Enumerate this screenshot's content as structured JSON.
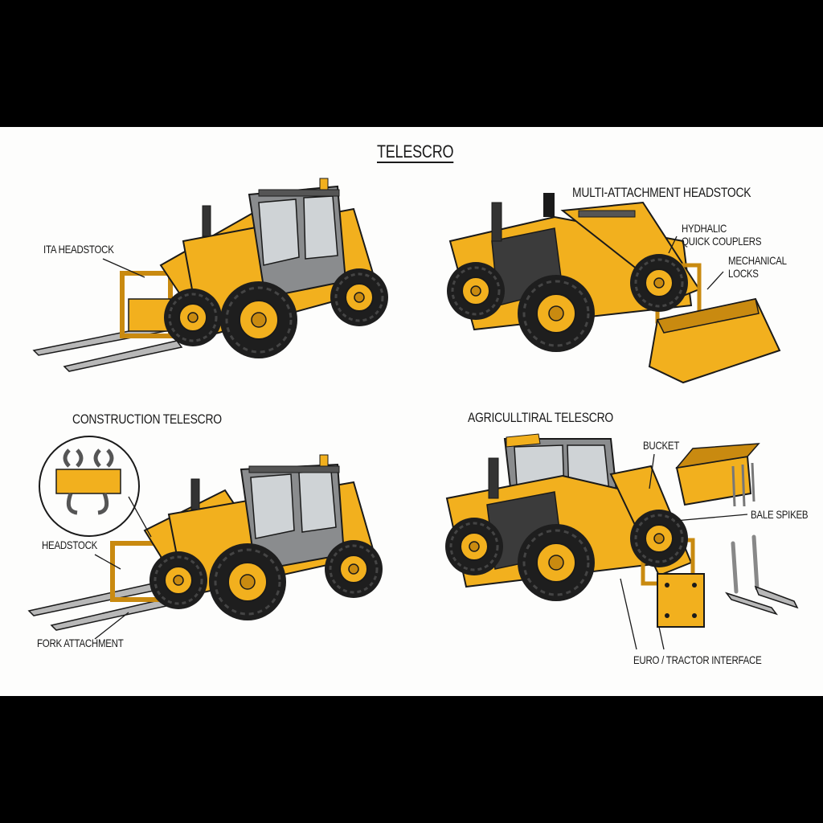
{
  "title": "TELESCRO",
  "panels": {
    "top_left": {
      "callouts": [
        "ITA HEADSTOCK"
      ]
    },
    "top_right": {
      "heading": "MULTI-ATTACHMENT HEADSTOCK",
      "callouts": [
        "HYDHALIC",
        "QUICK COUPLERS",
        "MECHANICAL",
        "LOCKS"
      ]
    },
    "bottom_left": {
      "heading": "CONSTRUCTION TELESCRO",
      "callouts": [
        "HEADSTOCK",
        "FORK ATTACHMENT"
      ]
    },
    "bottom_right": {
      "heading": "AGRICULLTIRAL TELESCRO",
      "callouts": [
        "BUCKET",
        "BALE SPIKEB",
        "EURO / TRACTOR INTERFACE"
      ]
    }
  },
  "colors": {
    "machine_yellow": "#F2B01E",
    "machine_shadow": "#C98A10",
    "cab_grey": "#8A8C8E",
    "tyre_black": "#1E1E1E",
    "outline": "#1A1A1A",
    "background": "#FDFDFC",
    "letterbox": "#000000"
  }
}
